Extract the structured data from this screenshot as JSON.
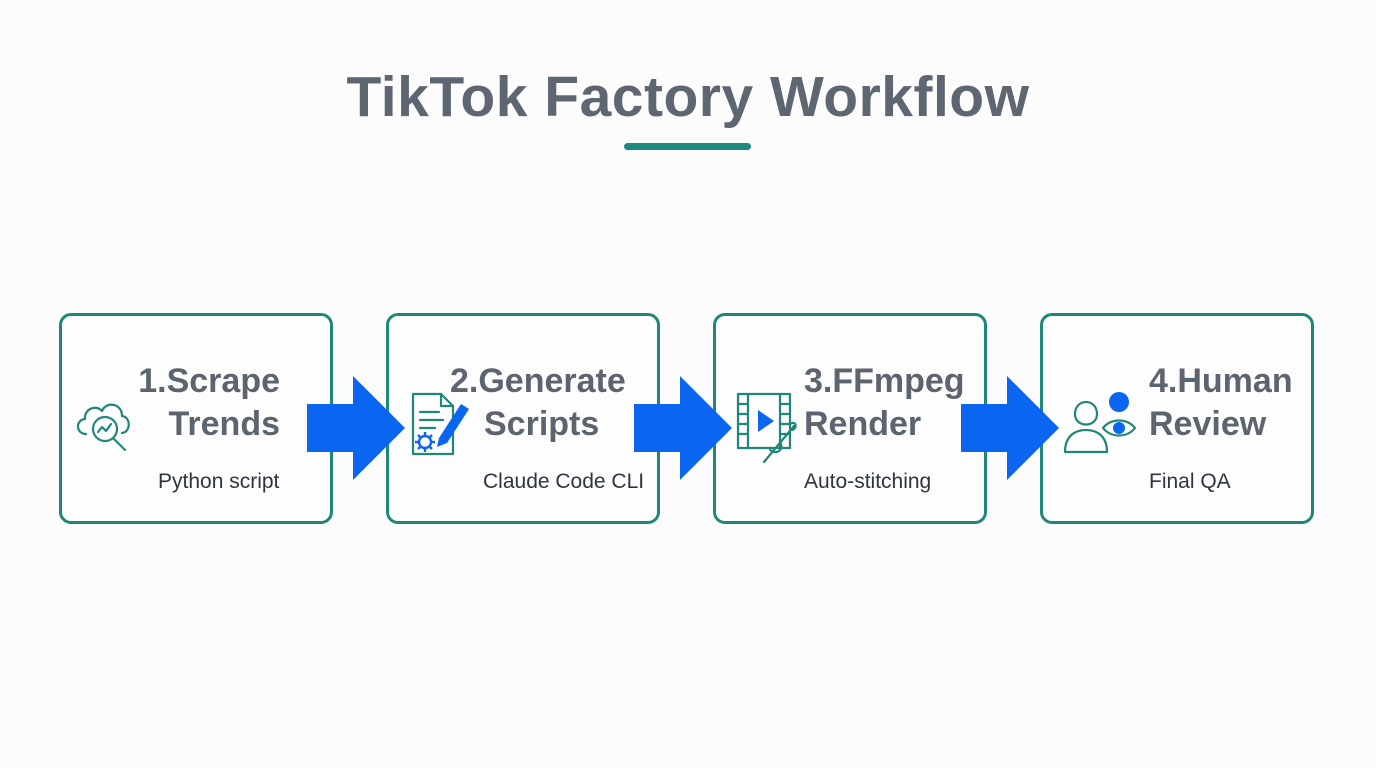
{
  "title": "TikTok Factory Workflow",
  "colors": {
    "accent": "#208679",
    "arrow": "#0a66f0",
    "title": "#5e6672"
  },
  "steps": [
    {
      "title_line1": "1.Scrape",
      "title_line2": "Trends",
      "subtitle": "Python script",
      "icon": "cloud-search-icon"
    },
    {
      "title_line1": "2.Generate",
      "title_line2": "Scripts",
      "subtitle": "Claude Code CLI",
      "icon": "document-pen-gear-icon"
    },
    {
      "title_line1": "3.FFmpeg",
      "title_line2": "Render",
      "subtitle": "Auto-stitching",
      "icon": "film-play-needle-icon"
    },
    {
      "title_line1": "4.Human",
      "title_line2": "Review",
      "subtitle": "Final QA",
      "icon": "person-eye-icon"
    }
  ]
}
